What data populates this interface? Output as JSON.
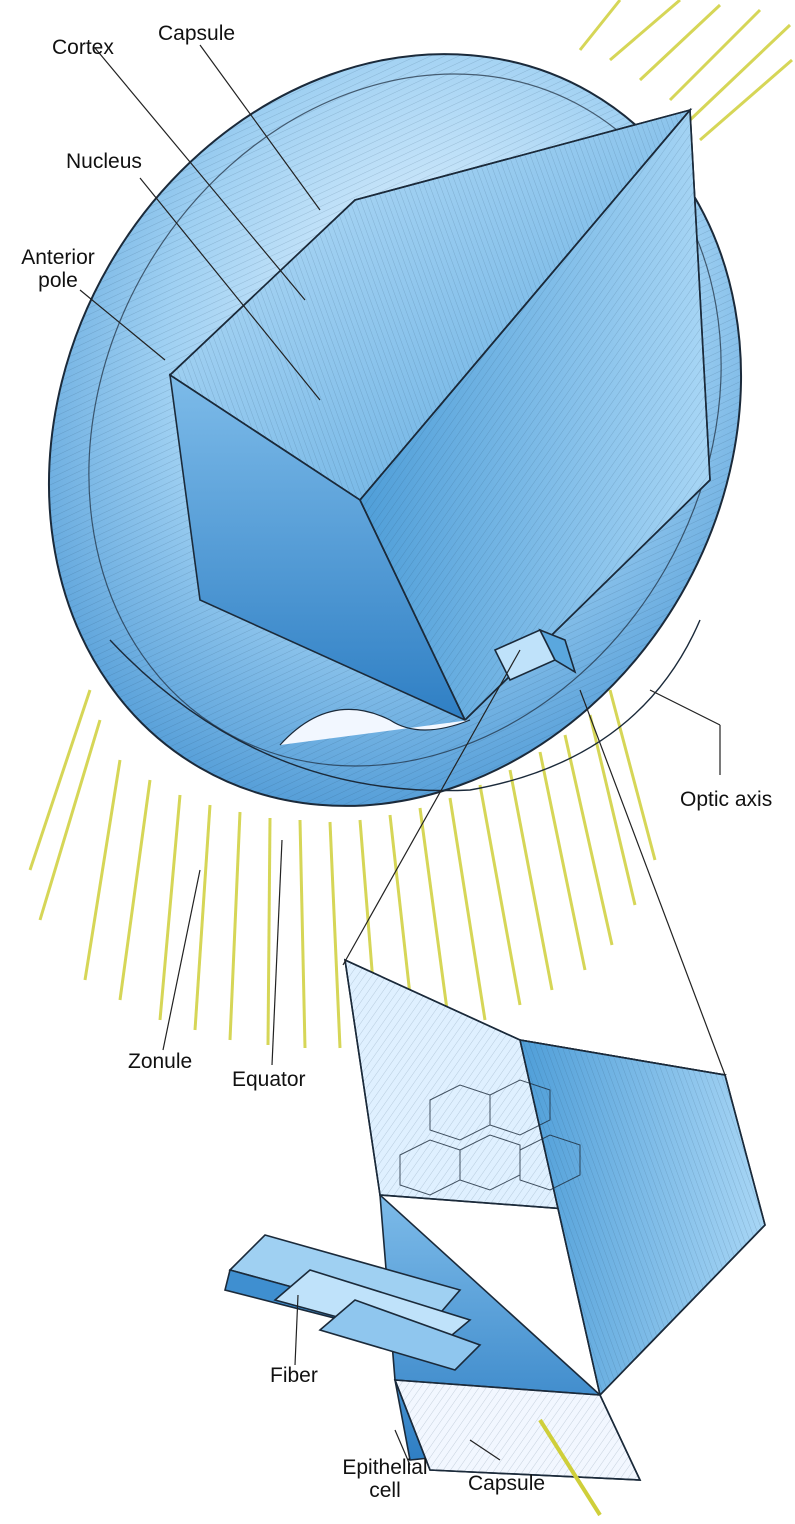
{
  "labels": {
    "cortex": "Cortex",
    "capsule_top": "Capsule",
    "nucleus": "Nucleus",
    "anterior_pole_line1": "Anterior",
    "anterior_pole_line2": "pole",
    "optic_axis": "Optic axis",
    "zonule": "Zonule",
    "equator": "Equator",
    "fiber": "Fiber",
    "epithelial_cell_line1": "Epithelial",
    "epithelial_cell_line2": "cell",
    "capsule_bottom": "Capsule"
  },
  "colors": {
    "lens_light": "#dcefff",
    "lens_mid": "#8fc6ee",
    "lens_dark": "#3f8fd0",
    "zonule_yellow": "#cfcf3a",
    "outline": "#1b2a3a",
    "leader": "#222222"
  }
}
